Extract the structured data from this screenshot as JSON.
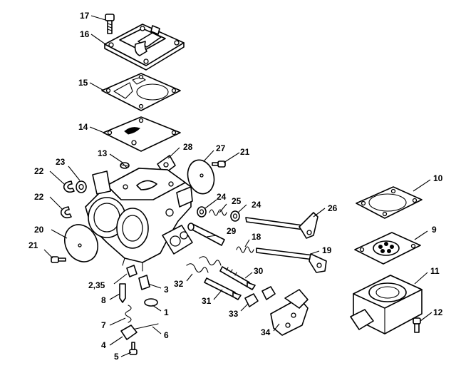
{
  "callouts": [
    {
      "id": "17",
      "text": "17"
    },
    {
      "id": "16",
      "text": "16"
    },
    {
      "id": "15",
      "text": "15"
    },
    {
      "id": "14",
      "text": "14"
    },
    {
      "id": "13",
      "text": "13"
    },
    {
      "id": "28",
      "text": "28"
    },
    {
      "id": "27",
      "text": "27"
    },
    {
      "id": "21a",
      "text": "21"
    },
    {
      "id": "23",
      "text": "23"
    },
    {
      "id": "22a",
      "text": "22"
    },
    {
      "id": "22b",
      "text": "22"
    },
    {
      "id": "24a",
      "text": "24"
    },
    {
      "id": "25",
      "text": "25"
    },
    {
      "id": "24b",
      "text": "24"
    },
    {
      "id": "26",
      "text": "26"
    },
    {
      "id": "20",
      "text": "20"
    },
    {
      "id": "29",
      "text": "29"
    },
    {
      "id": "18",
      "text": "18"
    },
    {
      "id": "19",
      "text": "19"
    },
    {
      "id": "21b",
      "text": "21"
    },
    {
      "id": "10",
      "text": "10"
    },
    {
      "id": "9",
      "text": "9"
    },
    {
      "id": "30",
      "text": "30"
    },
    {
      "id": "32",
      "text": "32"
    },
    {
      "id": "11",
      "text": "11"
    },
    {
      "id": "2_35",
      "text": "2,35"
    },
    {
      "id": "3",
      "text": "3"
    },
    {
      "id": "31",
      "text": "31"
    },
    {
      "id": "8",
      "text": "8"
    },
    {
      "id": "1",
      "text": "1"
    },
    {
      "id": "33",
      "text": "33"
    },
    {
      "id": "12",
      "text": "12"
    },
    {
      "id": "7",
      "text": "7"
    },
    {
      "id": "34",
      "text": "34"
    },
    {
      "id": "6",
      "text": "6"
    },
    {
      "id": "4",
      "text": "4"
    },
    {
      "id": "5",
      "text": "5"
    }
  ]
}
